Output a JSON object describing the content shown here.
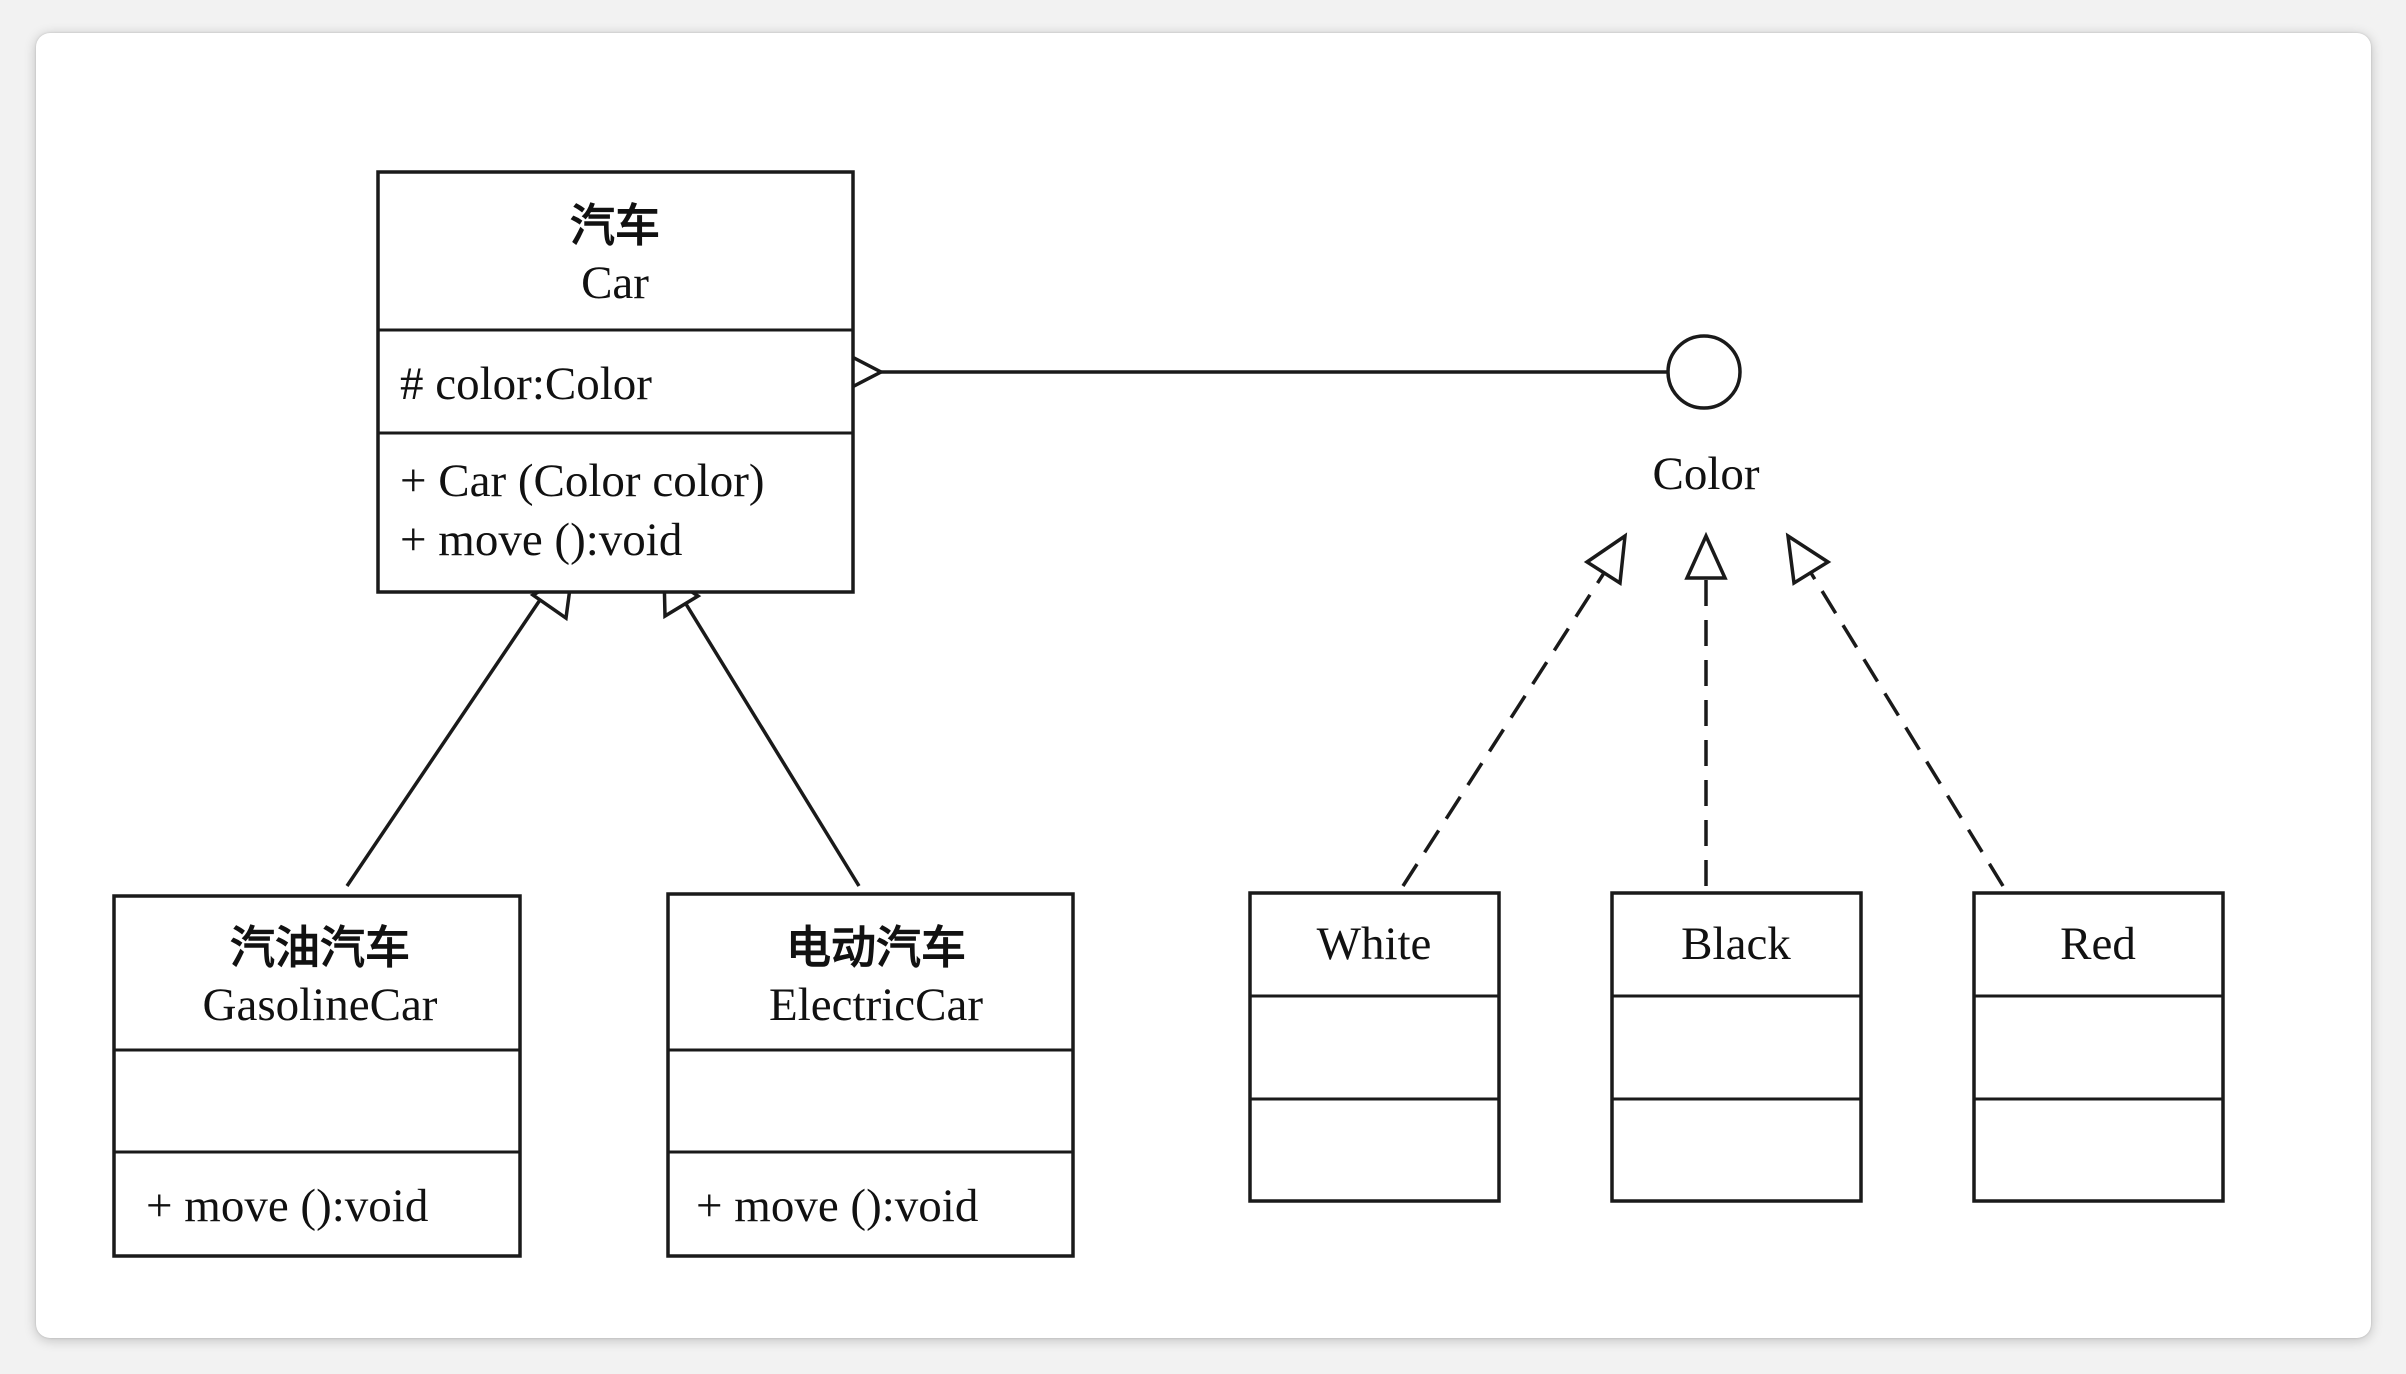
{
  "classes": {
    "car": {
      "name_cn": "汽车",
      "name_en": "Car",
      "attribute": "# color:Color",
      "constructor": "+ Car (Color color)",
      "method": "+ move ():void"
    },
    "gasoline_car": {
      "name_cn": "汽油汽车",
      "name_en": "GasolineCar",
      "method": "+ move ():void"
    },
    "electric_car": {
      "name_cn": "电动汽车",
      "name_en": "ElectricCar",
      "method": "+ move ():void"
    },
    "white": {
      "name": "White"
    },
    "black": {
      "name": "Black"
    },
    "red": {
      "name": "Red"
    }
  },
  "interface": {
    "name": "Color"
  }
}
